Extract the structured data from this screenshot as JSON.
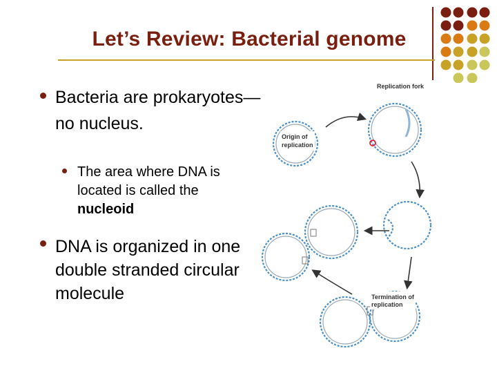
{
  "slide": {
    "title": "Let’s Review:  Bacterial genome",
    "bullets": [
      {
        "text": "Bacteria are prokaryotes—no nucleus."
      },
      {
        "text_before": "The area where DNA is located is called the ",
        "term": "nucleoid"
      },
      {
        "text": "DNA is organized in one double stranded circular molecule"
      }
    ]
  },
  "figure": {
    "labels": {
      "replication_fork": "Replication fork",
      "origin_line1": "Origin of",
      "origin_line2": "replication",
      "termination_line1": "Termination of",
      "termination_line2": "replication"
    }
  },
  "colors": {
    "title": "#7a1f10",
    "accent_rule": "#c8a227",
    "dot_dark": "#7a1f10",
    "dot_orange": "#d97a12",
    "dot_gold": "#c8a227",
    "dot_olive": "#c9c65a"
  }
}
